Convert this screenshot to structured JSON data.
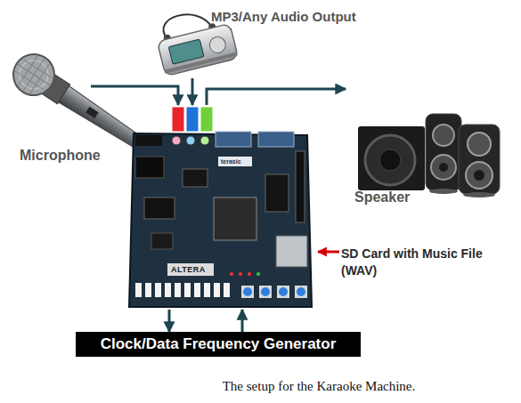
{
  "diagram": {
    "caption": "The setup for the Karaoke Machine.",
    "nodes": [
      {
        "text": [
          "MP3/Any Audio Output"
        ]
      },
      {
        "text": [
          "Microphone"
        ]
      },
      {
        "text": [
          "terasic",
          "ALTERA"
        ]
      },
      {
        "text": [
          "Speaker"
        ]
      },
      {
        "text": [
          "SD Card with Music File (WAV)"
        ],
        "in": 2
      },
      {
        "text": [
          "Clock/Data Frequency Generator"
        ]
      }
    ],
    "edges": [
      {
        "from": 1,
        "to": 2,
        "arrow": "to"
      },
      {
        "from": 0,
        "to": 2,
        "arrow": "to"
      },
      {
        "from": 2,
        "to": 3,
        "arrow": "to"
      },
      {
        "from": 2,
        "to": 5,
        "arrow": "to"
      },
      {
        "from": 5,
        "to": 2,
        "arrow": "to"
      }
    ]
  }
}
